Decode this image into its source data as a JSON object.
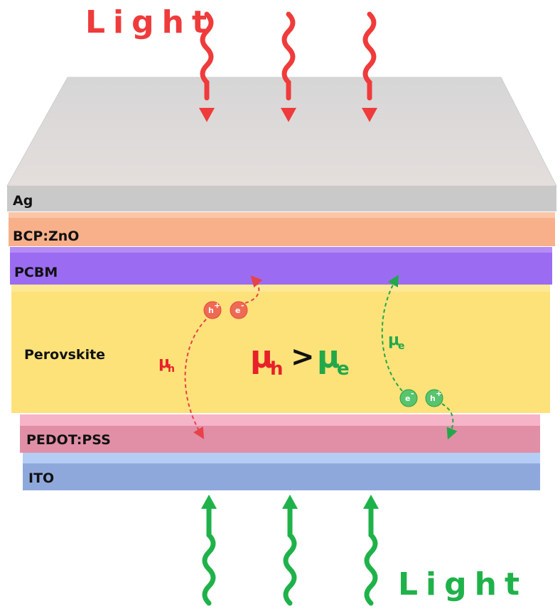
{
  "light_top": {
    "label": "Light",
    "color": "#ef3b3b"
  },
  "light_bottom": {
    "label": "Light",
    "color": "#1fb24a"
  },
  "layers": [
    {
      "label": "Ag",
      "color": "#c9c9c9"
    },
    {
      "label": "BCP:ZnO",
      "color": "#f7b08a"
    },
    {
      "label": "PCBM",
      "color": "#9b6cf2"
    },
    {
      "label": "Perovskite",
      "color": "#fde27a"
    },
    {
      "label": "PEDOT:PSS",
      "color": "#e08fa6"
    },
    {
      "label": "ITO",
      "color": "#8fa8dc"
    }
  ],
  "mobility": {
    "mu": "μ",
    "hole_sub": "h",
    "electron_sub": "e",
    "relation": ">"
  },
  "carriers": {
    "hole_symbol": "h",
    "hole_charge": "+",
    "electron_symbol": "e",
    "electron_charge": "-"
  },
  "colors": {
    "hole": "#e8202a",
    "electron": "#22a849",
    "relation": "#111111"
  }
}
